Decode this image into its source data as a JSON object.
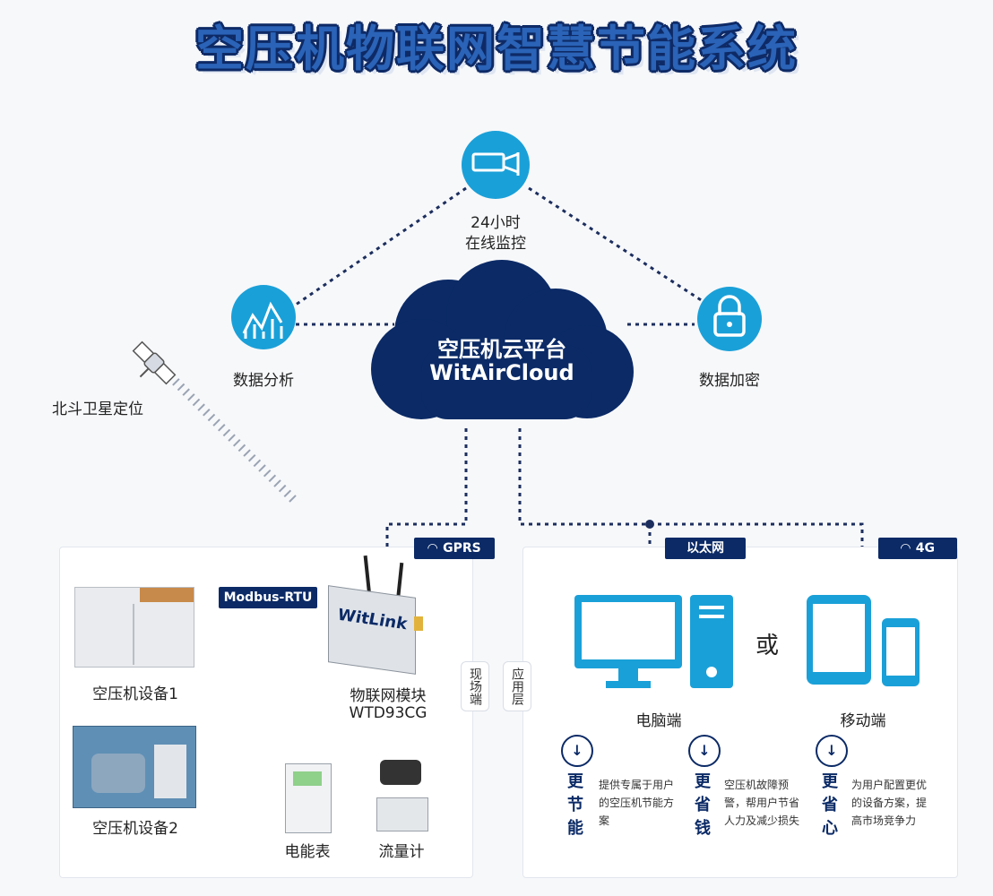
{
  "title": "空压机物联网智慧节能系统",
  "monitor_label_1": "24小时",
  "monitor_label_2": "在线监控",
  "analysis_label": "数据分析",
  "encrypt_label": "数据加密",
  "beidou_label": "北斗卫星定位",
  "cloud": {
    "title": "空压机云平台",
    "subtitle": "WitAirCloud"
  },
  "tags": {
    "gprs": "GPRS",
    "modbus": "Modbus-RTU",
    "ethernet": "以太网",
    "g4": "4G"
  },
  "devices": {
    "compressor1": "空压机设备1",
    "compressor2": "空压机设备2",
    "module_line1": "物联网模块",
    "module_line2": "WTD93CG",
    "meter": "电能表",
    "flowmeter": "流量计",
    "module_brand": "WitLink"
  },
  "layers": {
    "field": "现场端",
    "app": "应用层"
  },
  "terminals": {
    "pc": "电脑端",
    "or": "或",
    "mobile": "移动端"
  },
  "benefits": [
    {
      "big": "更节能",
      "desc": "提供专属于用户的空压机节能方案"
    },
    {
      "big": "更省钱",
      "desc": "空压机故障预警，帮用户节省人力及减少损失"
    },
    {
      "big": "更省心",
      "desc": "为用户配置更优的设备方案，提高市场竞争力"
    }
  ],
  "colors": {
    "navy": "#0b2a66",
    "accent": "#2a63b7",
    "icon_blue": "#1aa0d8"
  }
}
